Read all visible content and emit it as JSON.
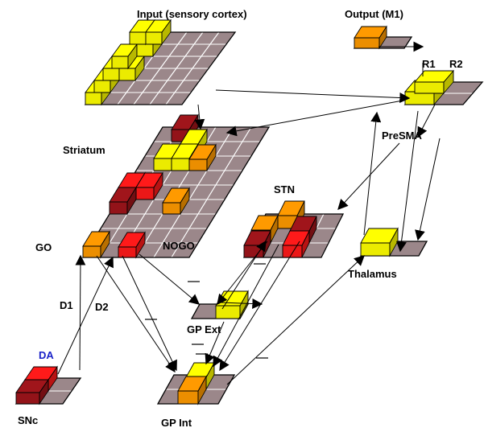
{
  "labels": {
    "input": "Input (sensory cortex)",
    "output": "Output (M1)",
    "r1": "R1",
    "r2": "R2",
    "presma": "PreSMA",
    "striatum": "Striatum",
    "stn": "STN",
    "go": "GO",
    "nogo": "NOGO",
    "thalamus": "Thalamus",
    "d1": "D1",
    "d2": "D2",
    "gp_ext": "GP Ext",
    "da": "DA",
    "snc": "SNc",
    "gp_int": "GP Int"
  },
  "colors": {
    "inactive_cell": "#9b878a",
    "yellow_active": "#ffff00",
    "orange_active": "#ff9a00",
    "red_active": "#ff1a1a",
    "darkred_active": "#a0151b",
    "da_label": "#1a22c8"
  }
}
